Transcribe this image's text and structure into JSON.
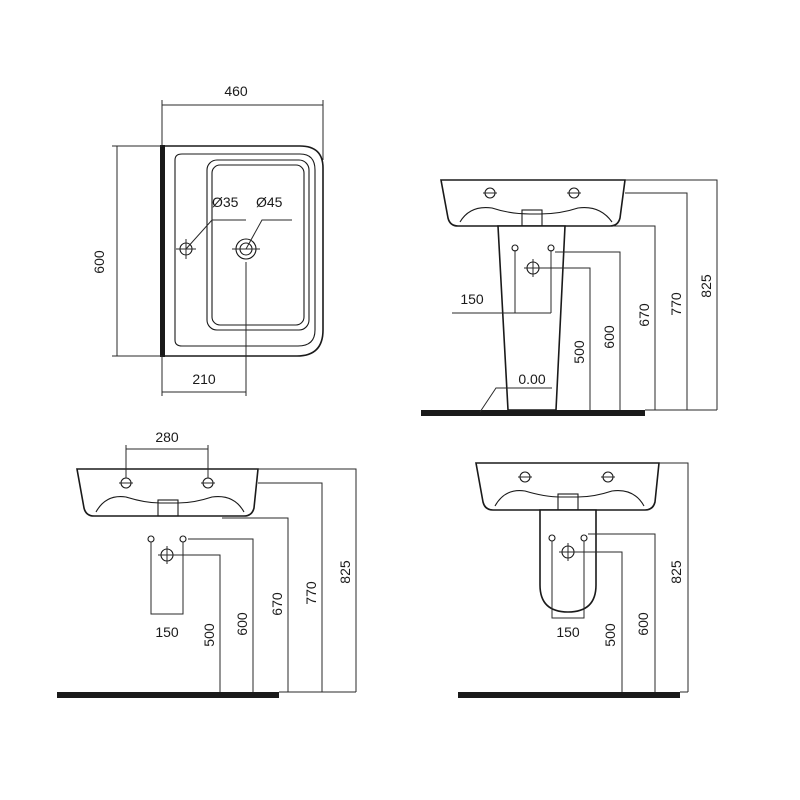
{
  "top_view": {
    "width": "460",
    "depth": "600",
    "tap_hole": "Ø35",
    "waste_hole": "Ø45",
    "waste_offset": "210"
  },
  "pedestal_view": {
    "fixing_spacing": "150",
    "floor_level": "0.00",
    "heights": [
      "500",
      "600",
      "670",
      "770",
      "825"
    ]
  },
  "wall_view": {
    "tap_spacing": "280",
    "fixing_spacing": "150",
    "heights": [
      "500",
      "600",
      "670",
      "770",
      "825"
    ]
  },
  "semi_pedestal_view": {
    "fixing_spacing": "150",
    "heights": [
      "500",
      "600",
      "825"
    ]
  }
}
